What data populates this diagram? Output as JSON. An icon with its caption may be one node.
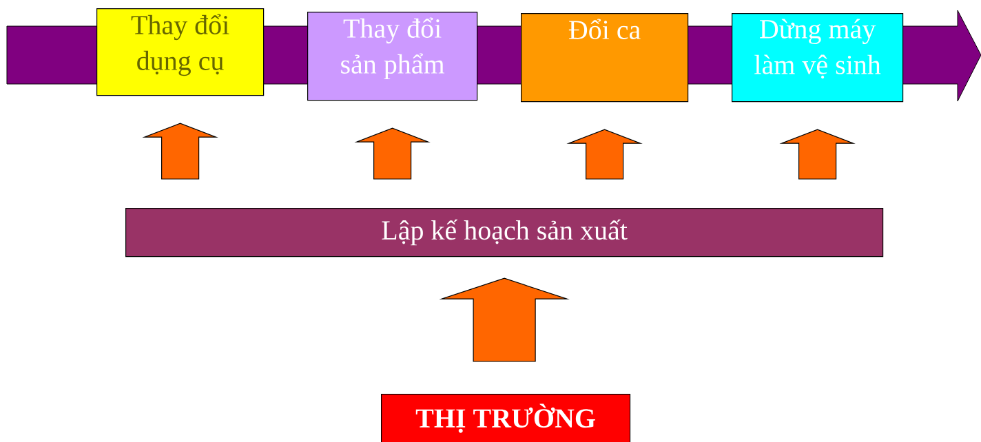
{
  "diagram": {
    "nodes": [
      {
        "text": [
          "Thay đổi dụng cụ"
        ]
      },
      {
        "text": [
          "Thay đổi sản phẩm"
        ]
      },
      {
        "text": [
          "Đổi ca"
        ]
      },
      {
        "text": [
          "Dừng máy làm vệ sinh"
        ]
      },
      {
        "text": [
          "Lập kế hoạch sản xuất"
        ]
      },
      {
        "text": [
          "THỊ TRƯỜNG"
        ]
      }
    ],
    "edges": [
      {
        "from": 4,
        "to": 0,
        "arrow": "to"
      },
      {
        "from": 4,
        "to": 1,
        "arrow": "to"
      },
      {
        "from": 4,
        "to": 2,
        "arrow": "to"
      },
      {
        "from": 4,
        "to": 3,
        "arrow": "to"
      },
      {
        "from": 5,
        "to": 4,
        "arrow": "to"
      }
    ]
  }
}
